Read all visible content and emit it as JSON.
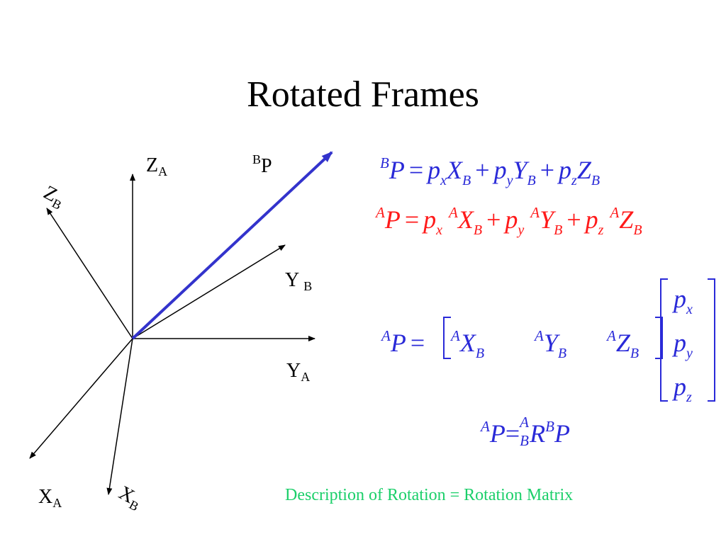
{
  "title": "Rotated Frames",
  "colors": {
    "axes": "#000000",
    "vector": "#3333cc",
    "equation_blue": "#2a2ad8",
    "equation_red": "#ff1a1a",
    "caption": "#1ccf6a"
  },
  "labels": {
    "za": {
      "main": "Z",
      "sub": "A"
    },
    "zb": {
      "main": "Z",
      "sub": "B"
    },
    "ya": {
      "main": "Y",
      "sub": "A"
    },
    "yb": {
      "main": "Y",
      "sub": "B"
    },
    "xa": {
      "main": "X",
      "sub": "A"
    },
    "xb": {
      "main": "X",
      "sub": "B"
    },
    "bp": {
      "sup": "B",
      "main": "P"
    }
  },
  "equations": {
    "eq1": {
      "lhs_sup": "B",
      "lhs": "P",
      "eq": "=",
      "t1_p": "p",
      "t1_sub": "x",
      "t1_v": "X",
      "t1_vsub": "B",
      "plus1": "+",
      "t2_p": "p",
      "t2_sub": "y",
      "t2_v": "Y",
      "t2_vsub": "B",
      "plus2": "+",
      "t3_p": "p",
      "t3_sub": "z",
      "t3_v": "Z",
      "t3_vsub": "B"
    },
    "eq2": {
      "lhs_sup": "A",
      "lhs": "P",
      "eq": "=",
      "t1_p": "p",
      "t1_sub": "x",
      "t1_sup": "A",
      "t1_v": "X",
      "t1_vsub": "B",
      "plus1": "+",
      "t2_p": "p",
      "t2_sub": "y",
      "t2_sup": "A",
      "t2_v": "Y",
      "t2_vsub": "B",
      "plus2": "+",
      "t3_p": "p",
      "t3_sub": "z",
      "t3_sup": "A",
      "t3_v": "Z",
      "t3_vsub": "B"
    },
    "eq3": {
      "lhs_sup": "A",
      "lhs": "P",
      "eq": "=",
      "c1_sup": "A",
      "c1": "X",
      "c1_sub": "B",
      "c2_sup": "A",
      "c2": "Y",
      "c2_sub": "B",
      "c3_sup": "A",
      "c3": "Z",
      "c3_sub": "B",
      "v1": "p",
      "v1_sub": "x",
      "v2": "p",
      "v2_sub": "y",
      "v3": "p",
      "v3_sub": "z"
    },
    "eq4": {
      "lhs_sup": "A",
      "lhs": "P",
      "eq": "=",
      "r_sup": "A",
      "r_sub": "B",
      "r": "R",
      "rhs_sup": "B",
      "rhs": "P"
    }
  },
  "caption": "Description of Rotation = Rotation Matrix"
}
